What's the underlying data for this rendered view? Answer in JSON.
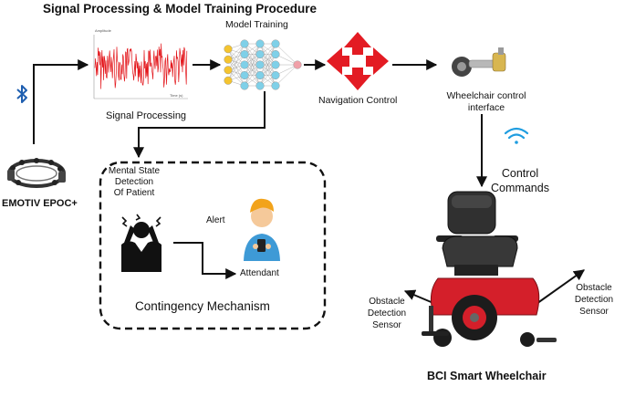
{
  "header": {
    "title": "Signal Processing & Model Training Procedure"
  },
  "signal_plot": {
    "y_axis_label": "Amplitude",
    "x_axis_label": "Time (s)",
    "caption": "Signal Processing",
    "trace_color": "#e3161b"
  },
  "model": {
    "label": "Model Training",
    "layer_colors": [
      "#f4c430",
      "#7fd0e8",
      "#7fd0e8",
      "#7fd0e8",
      "#f0a0a8"
    ]
  },
  "navigation": {
    "label": "Navigation Control",
    "arrow_color": "#e31b23"
  },
  "interface": {
    "label_line1": "Wheelchair control",
    "label_line2": "interface"
  },
  "commands": {
    "label_line1": "Control",
    "label_line2": "Commands",
    "wifi_color": "#1f9de0"
  },
  "headset": {
    "label": "EMOTIV EPOC+",
    "bluetooth_color": "#1f5fb0"
  },
  "contingency": {
    "title": "Contingency Mechanism",
    "detect_line1": "Mental State",
    "detect_line2": "Detection",
    "detect_line3": "Of Patient",
    "alert": "Alert",
    "attendant": "Attendant"
  },
  "wheelchair": {
    "caption": "BCI Smart Wheelchair",
    "left_sensor": [
      "Obstacle",
      "Detection",
      "Sensor"
    ],
    "right_sensor": [
      "Obstacle",
      "Detection",
      "Sensor"
    ],
    "frame_color": "#d41f2a"
  }
}
